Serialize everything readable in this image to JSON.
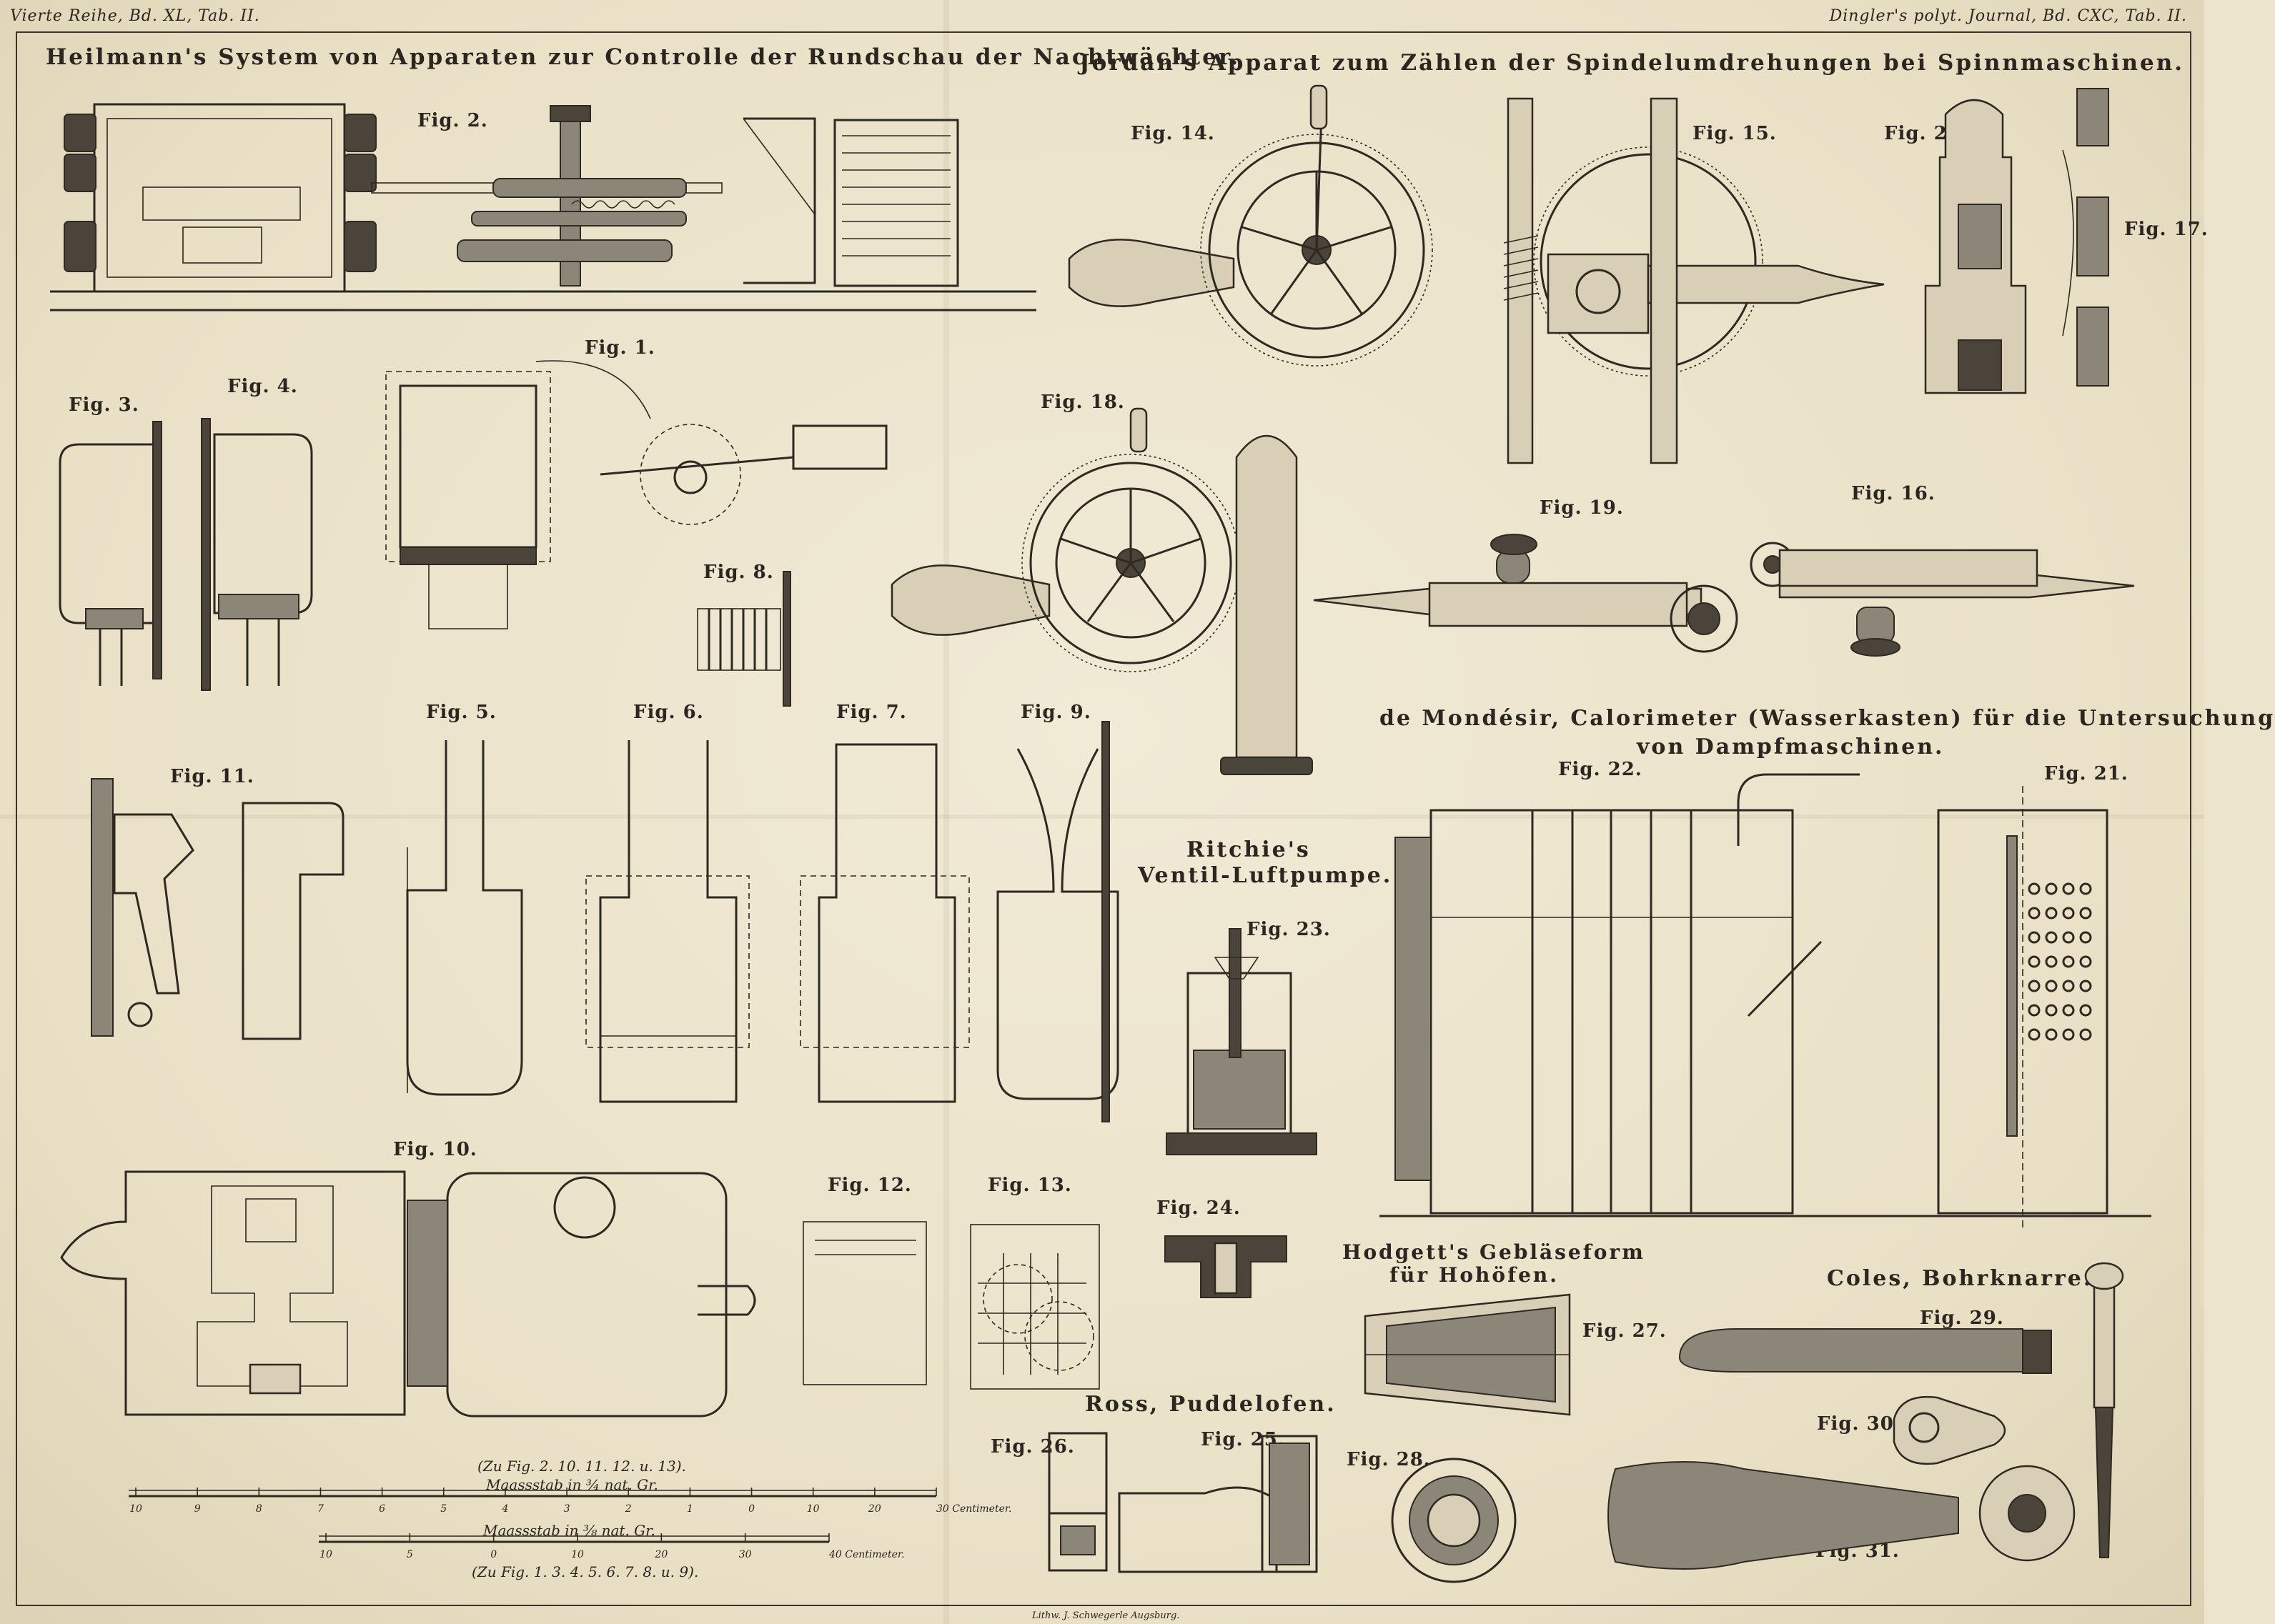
{
  "header": {
    "left": "Vierte Reihe, Bd. XL, Tab. II.",
    "right": "Dingler's polyt. Journal, Bd. CXC, Tab. II."
  },
  "titles": {
    "heilmann": "Heilmann's System von Apparaten zur Controlle der Rundschau der Nachtwächter.",
    "jordan": "Jordan's Apparat zum Zählen der Spindelumdrehungen bei Spinnmaschinen.",
    "mondesir_1": "de Mondésir, Calorimeter (Wasserkasten) für die Untersuchung",
    "mondesir_2": "von Dampfmaschinen.",
    "ritchie_1": "Ritchie's",
    "ritchie_2": "Ventil-Luftpumpe.",
    "hodgett_1": "Hodgett's Gebläseform",
    "hodgett_2": "für Hohöfen.",
    "coles": "Coles, Bohrknarre.",
    "ross": "Ross, Puddelofen."
  },
  "figures": {
    "f1": "Fig. 1.",
    "f2": "Fig. 2.",
    "f3": "Fig. 3.",
    "f4": "Fig. 4.",
    "f5": "Fig. 5.",
    "f6": "Fig. 6.",
    "f7": "Fig. 7.",
    "f8": "Fig. 8.",
    "f9": "Fig. 9.",
    "f10": "Fig. 10.",
    "f11": "Fig. 11.",
    "f12": "Fig. 12.",
    "f13": "Fig. 13.",
    "f14": "Fig. 14.",
    "f15": "Fig. 15.",
    "f16": "Fig. 16.",
    "f17": "Fig. 17.",
    "f18": "Fig. 18.",
    "f19": "Fig. 19.",
    "f20": "Fig. 20.",
    "f21": "Fig. 21.",
    "f22": "Fig. 22.",
    "f23": "Fig. 23.",
    "f24": "Fig. 24.",
    "f25": "Fig. 25.",
    "f26": "Fig. 26.",
    "f27": "Fig. 27.",
    "f28": "Fig. 28.",
    "f29": "Fig. 29.",
    "f30": "Fig. 30.",
    "f31": "Fig. 31."
  },
  "scales": {
    "note_top": "(Zu Fig. 2. 10. 11. 12. u. 13).",
    "label_top": "Maassstab in ¾ nat. Gr.",
    "ticks_top": [
      "10",
      "9",
      "8",
      "7",
      "6",
      "5",
      "4",
      "3",
      "2",
      "1",
      "0",
      "10",
      "20",
      "30 Centimeter."
    ],
    "label_bottom": "Maassstab in ⅜ nat. Gr.",
    "ticks_bottom": [
      "10",
      "5",
      "0",
      "10",
      "20",
      "30",
      "40 Centimeter."
    ],
    "note_bottom": "(Zu Fig. 1. 3. 4. 5. 6. 7. 8. u. 9)."
  },
  "imprint": "Lithw. J. Schwegerle Augsburg."
}
